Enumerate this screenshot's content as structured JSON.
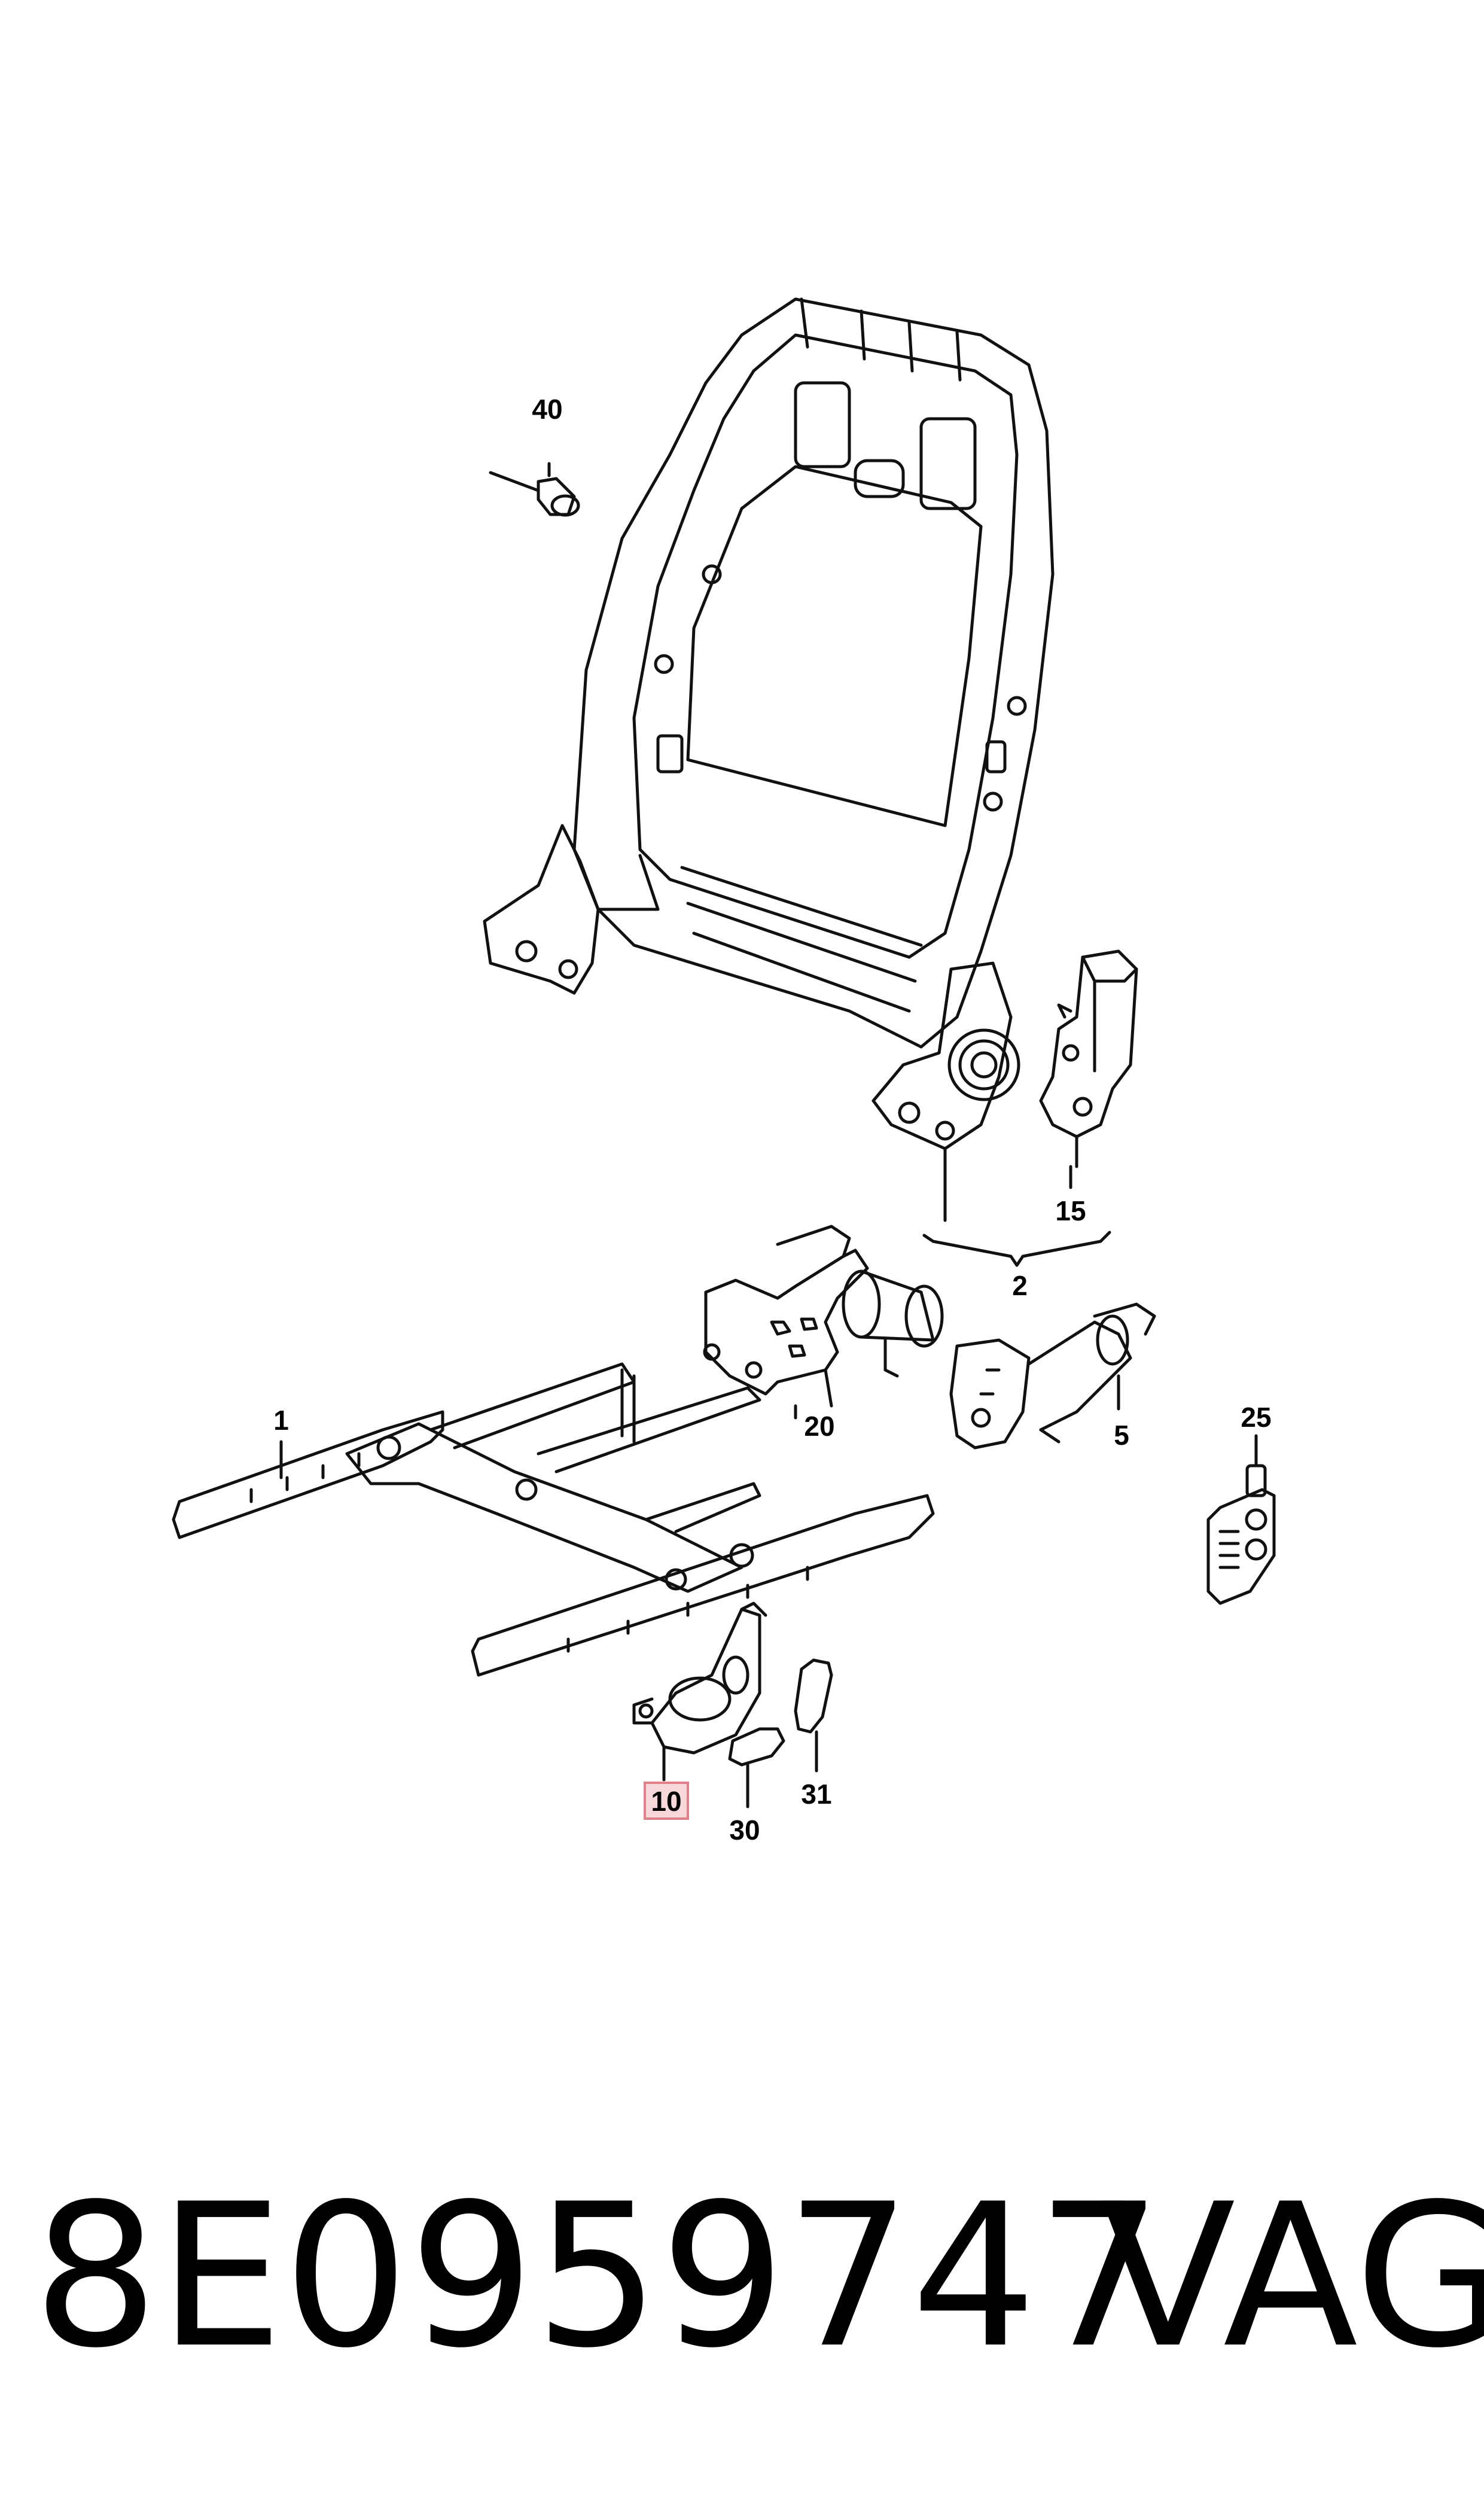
{
  "callouts": {
    "c40": "40",
    "c15": "15",
    "c2": "2",
    "c1": "1",
    "c20": "20",
    "c5": "5",
    "c25": "25",
    "c10": "10",
    "c30": "30",
    "c31": "31"
  },
  "highlight_color": "#f8d7da",
  "highlight_border": "#e0808a",
  "footer": {
    "part_number": "8E0959747",
    "brand": "VAG"
  }
}
